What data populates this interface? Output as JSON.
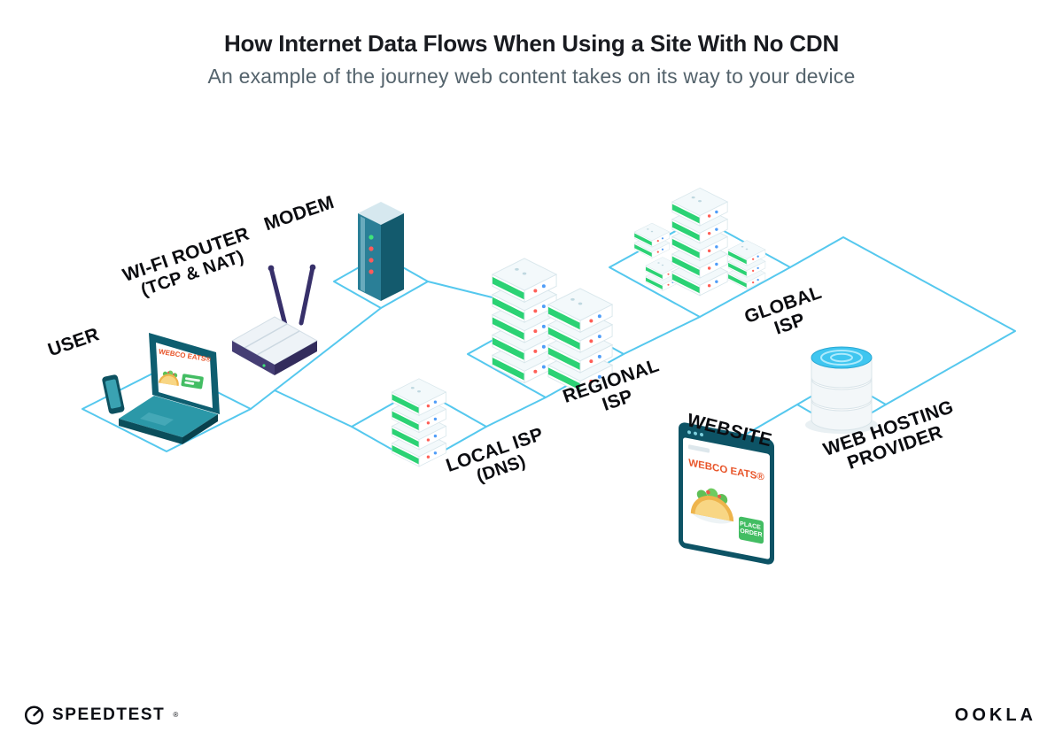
{
  "header": {
    "title": "How Internet Data Flows When Using a Site With No CDN",
    "subtitle": "An example of the journey web content takes on its way to your device"
  },
  "diagram": {
    "nodes": [
      {
        "id": "user",
        "label": "USER"
      },
      {
        "id": "wifi-router",
        "label": "WI-FI ROUTER",
        "sublabel": "(TCP & NAT)"
      },
      {
        "id": "modem",
        "label": "MODEM"
      },
      {
        "id": "local-isp",
        "label": "LOCAL ISP",
        "sublabel": "(DNS)"
      },
      {
        "id": "regional-isp",
        "label": "REGIONAL",
        "sublabel": "ISP"
      },
      {
        "id": "global-isp",
        "label": "GLOBAL",
        "sublabel": "ISP"
      },
      {
        "id": "website",
        "label": "WEBSITE"
      },
      {
        "id": "web-hosting",
        "label": "WEB HOSTING",
        "sublabel": "PROVIDER"
      }
    ],
    "flow_order": [
      "user",
      "wifi-router",
      "modem",
      "local-isp",
      "regional-isp",
      "global-isp",
      "web-hosting",
      "website"
    ],
    "device_screen": {
      "brand": "WEBCO EATS®"
    },
    "website_window": {
      "brand": "WEBCO EATS®",
      "button_line1": "PLACE",
      "button_line2": "ORDER"
    },
    "colors": {
      "connector": "#55c8ee",
      "server_green": "#2bd274",
      "teal_dark": "#0d5365",
      "brand_orange": "#e8562b",
      "button_green": "#43bd63",
      "led_red": "#ff5f57",
      "led_blue": "#4f9df8",
      "database_top": "#3fc6f0"
    }
  },
  "footer": {
    "left_logo": "SPEEDTEST",
    "left_logo_mark": "®",
    "right_logo": "OOKLA"
  }
}
